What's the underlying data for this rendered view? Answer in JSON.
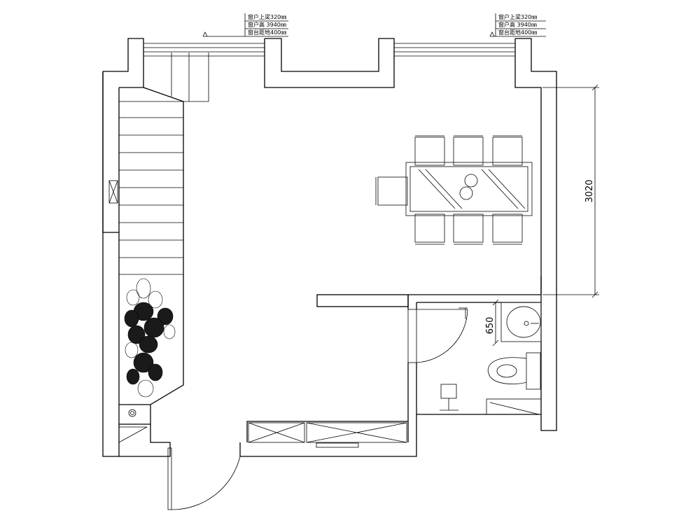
{
  "window_notes": {
    "left": [
      "窗户上梁320㎜",
      "窗户高 3940㎜",
      "窗台距地400㎜"
    ],
    "right": [
      "窗户上梁320㎜",
      "窗户高 3940㎜",
      "窗台距地400㎜"
    ]
  },
  "dimensions": {
    "vertical_right": "3020",
    "bathroom_side": "650"
  },
  "colors": {
    "line": "#000000",
    "background": "#ffffff"
  }
}
